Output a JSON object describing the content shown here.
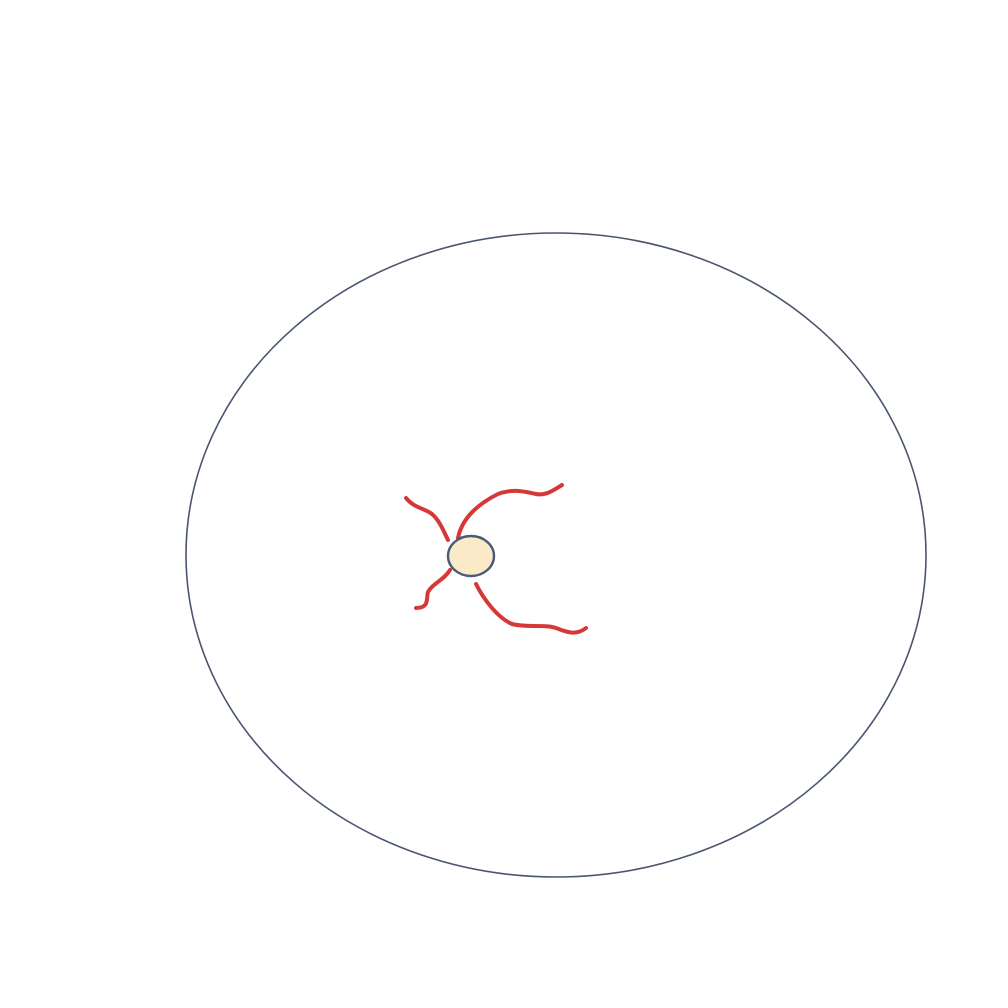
{
  "colors": {
    "background": "#ffffff",
    "outer_boundary": "#4a5570",
    "tendrils": "#d63838",
    "nucleus_fill": "#faeac8",
    "nucleus_stroke": "#4a5a7a"
  },
  "shapes": {
    "outer_boundary": "ellipse",
    "nucleus": "ellipse",
    "tendril_count": 4
  }
}
